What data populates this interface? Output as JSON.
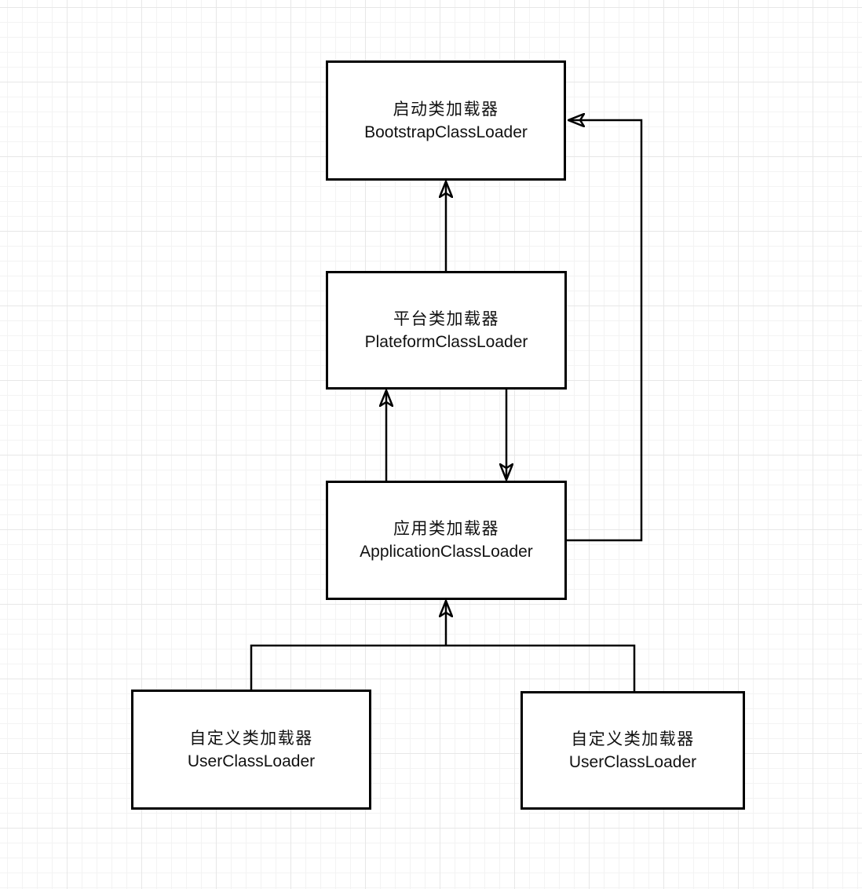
{
  "canvas": {
    "background": "#ffffff",
    "grid_minor_color": "#f3f3f3",
    "grid_major_color": "#e7e7e7"
  },
  "style": {
    "line_color": "#000000",
    "node_background": "#ffffff",
    "text_color": "#111111"
  },
  "nodes": {
    "bootstrap": {
      "name_cn": "启动类加载器",
      "name_en": "BootstrapClassLoader"
    },
    "plateform": {
      "name_cn": "平台类加载器",
      "name_en": "PlateformClassLoader"
    },
    "application": {
      "name_cn": "应用类加载器",
      "name_en": "ApplicationClassLoader"
    },
    "user_left": {
      "name_cn": "自定义类加载器",
      "name_en": "UserClassLoader"
    },
    "user_right": {
      "name_cn": "自定义类加载器",
      "name_en": "UserClassLoader"
    }
  },
  "edges": [
    {
      "from": "PlateformClassLoader",
      "to": "BootstrapClassLoader",
      "arrowhead": "up,  into bottom of BootstrapClassLoader"
    },
    {
      "from": "ApplicationClassLoader",
      "to": "PlateformClassLoader",
      "arrowhead": "up,  into bottom-left of PlateformClassLoader"
    },
    {
      "from": "PlateformClassLoader",
      "to": "ApplicationClassLoader",
      "arrowhead": "down, into top-right of ApplicationClassLoader"
    },
    {
      "from": "ApplicationClassLoader",
      "to": "BootstrapClassLoader",
      "arrowhead": "left, loop on right side into BootstrapClassLoader"
    },
    {
      "from": "UserClassLoader (both)",
      "to": "ApplicationClassLoader",
      "arrowhead": "up, merged tree branch into bottom of ApplicationClassLoader"
    }
  ]
}
